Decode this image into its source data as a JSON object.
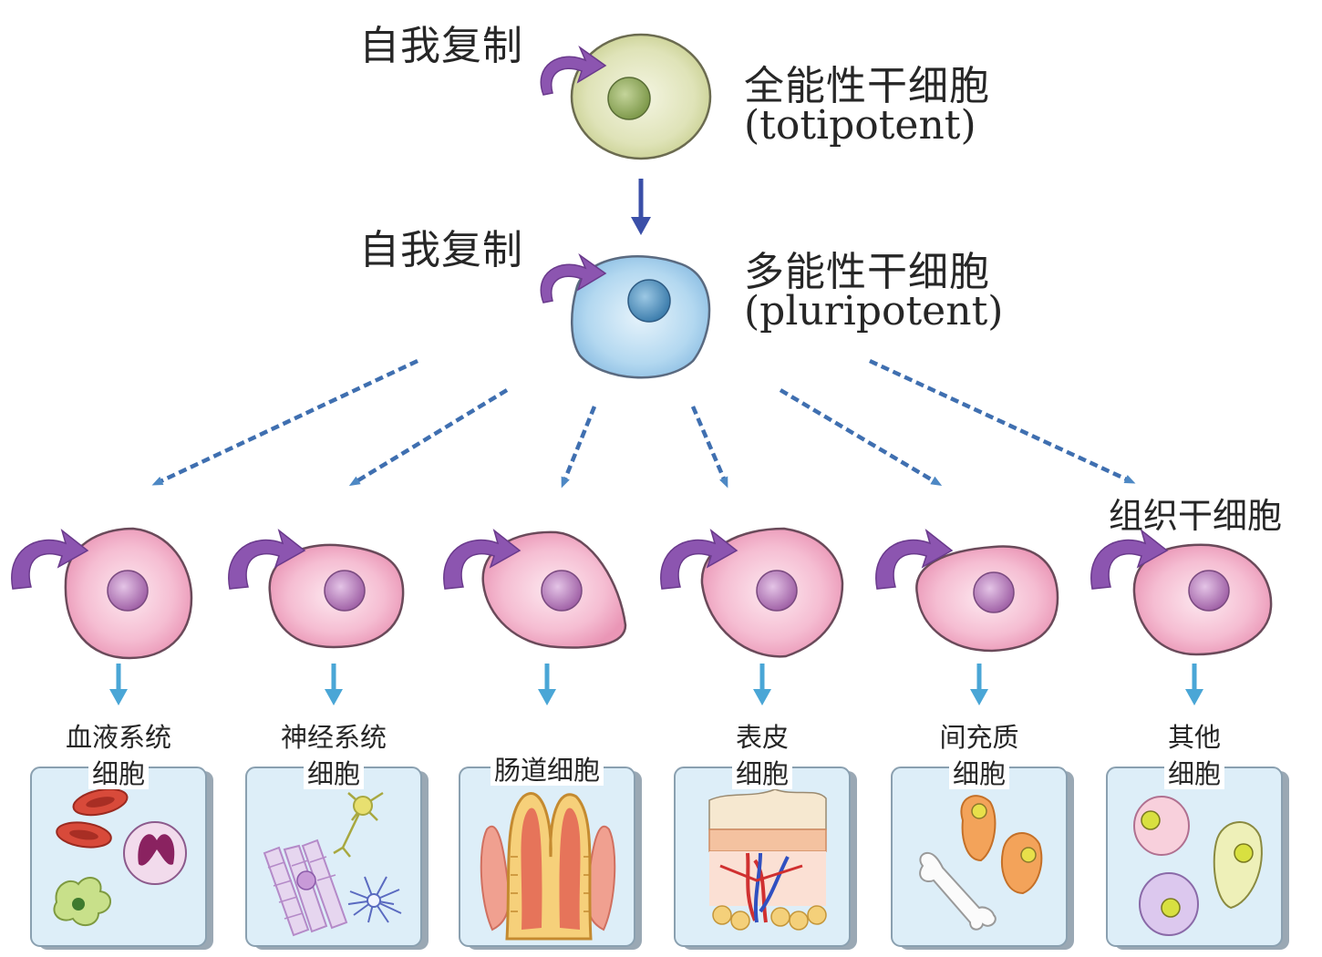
{
  "self_renewal": "自我复制",
  "totipotent": {
    "name": "全能性干细胞",
    "latin": "(totipotent)"
  },
  "pluripotent": {
    "name": "多能性干细胞",
    "latin": "(pluripotent)"
  },
  "tissue_stem": "组织干细胞",
  "branches": [
    {
      "line1": "血液系统",
      "line2": "细胞"
    },
    {
      "line1": "神经系统",
      "line2": "细胞"
    },
    {
      "line1": "",
      "line2": "肠道细胞"
    },
    {
      "line1": "表皮",
      "line2": "细胞"
    },
    {
      "line1": "间充质",
      "line2": "细胞"
    },
    {
      "line1": "其他",
      "line2": "细胞"
    }
  ],
  "colors": {
    "totipotent_fill": "#d8deaa",
    "pluripotent_fill": "#a8d0ec",
    "tissue_fill": "#f2b6cc",
    "renewal_arrow": "#8c55b0",
    "dash_arrow": "#3f6fb0",
    "down_arrow": "#4aa6d6",
    "box_fill": "#ddeef8"
  }
}
